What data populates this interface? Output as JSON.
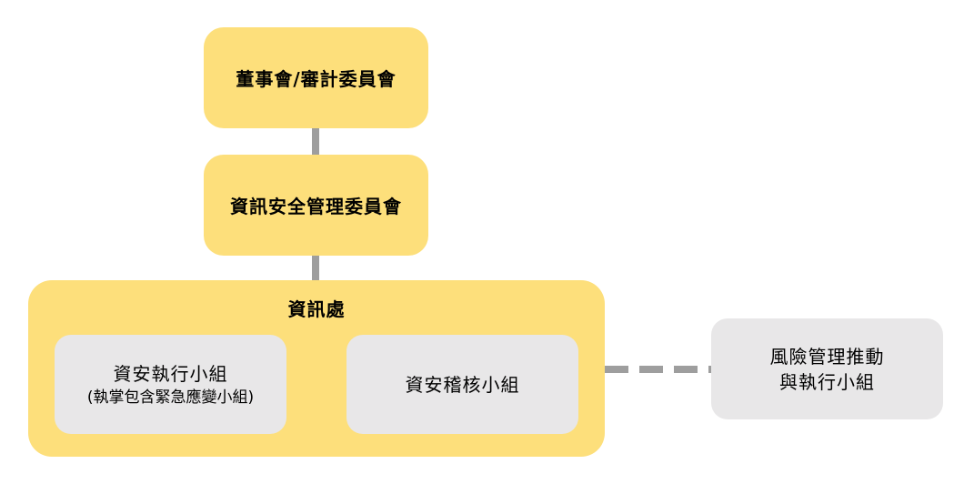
{
  "nodes": {
    "board": {
      "label": "董事會/審計委員會"
    },
    "is_committee": {
      "label": "資訊安全管理委員會"
    },
    "it_dept": {
      "label": "資訊處"
    },
    "exec_team": {
      "line1": "資安執行小組",
      "line2": "(執掌包含緊急應變小組)"
    },
    "audit_team": {
      "label": "資安稽核小組"
    },
    "risk_team": {
      "line1": "風險管理推動",
      "line2": "與執行小組"
    }
  },
  "colors": {
    "yellow": "#fddf7b",
    "gray": "#e8e7e8",
    "connector": "#9e9e9e"
  }
}
